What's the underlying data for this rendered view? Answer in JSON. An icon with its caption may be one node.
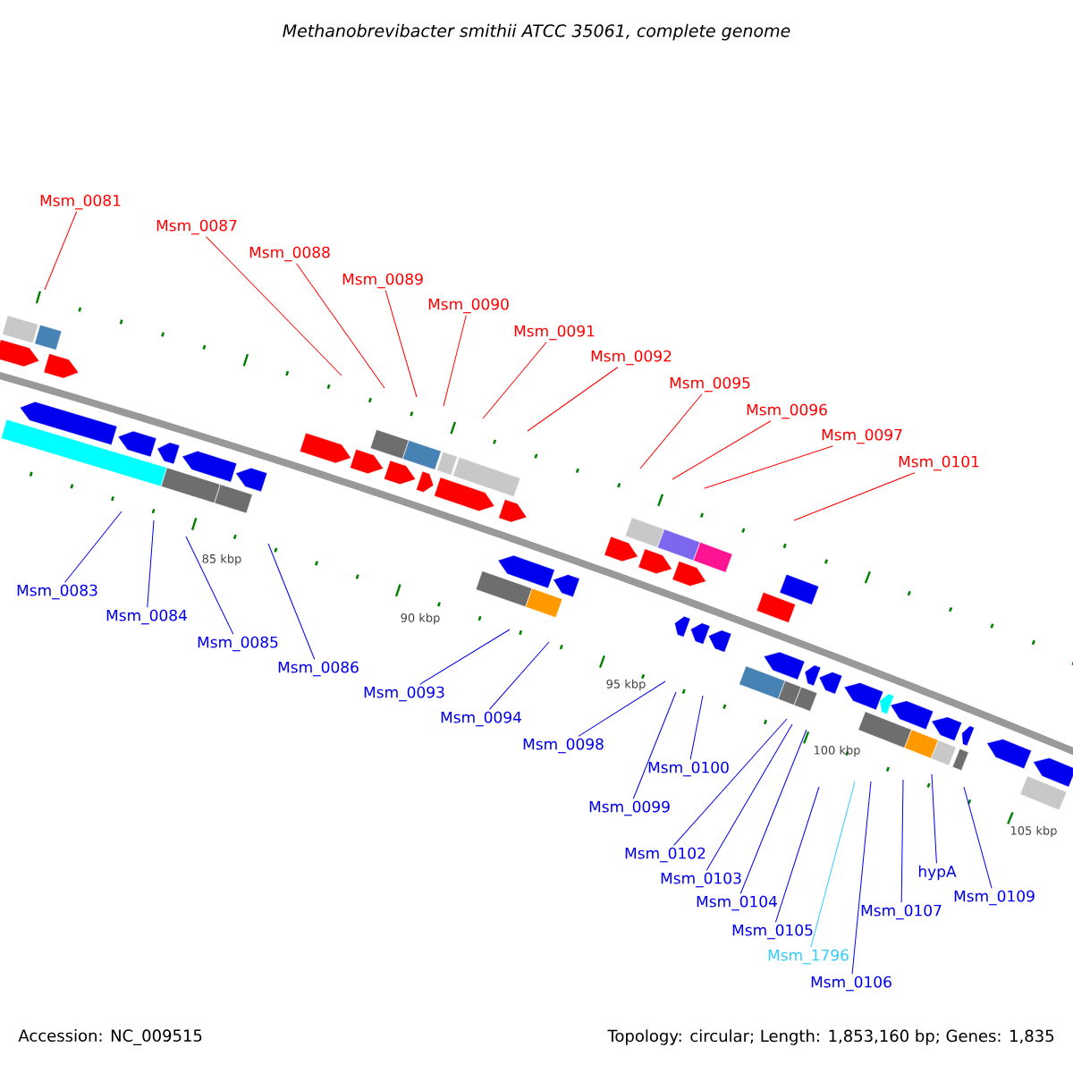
{
  "diagram": {
    "title": "Methanobrevibacter smithii ATCC 35061, complete genome",
    "nodes": [
      {
        "text": [
          "Msm_0081"
        ]
      },
      {
        "text": [
          "Msm_0087"
        ]
      },
      {
        "text": [
          "Msm_0088"
        ]
      },
      {
        "text": [
          "Msm_0089"
        ]
      },
      {
        "text": [
          "Msm_0090"
        ]
      },
      {
        "text": [
          "Msm_0091"
        ]
      },
      {
        "text": [
          "Msm_0092"
        ]
      },
      {
        "text": [
          "Msm_0095"
        ]
      },
      {
        "text": [
          "Msm_0096"
        ]
      },
      {
        "text": [
          "Msm_0097"
        ]
      },
      {
        "text": [
          "Msm_0101"
        ]
      },
      {
        "text": [
          "Msm_0083"
        ]
      },
      {
        "text": [
          "Msm_0084"
        ]
      },
      {
        "text": [
          "Msm_0085"
        ]
      },
      {
        "text": [
          "Msm_0086"
        ]
      },
      {
        "text": [
          "Msm_0093"
        ]
      },
      {
        "text": [
          "Msm_0094"
        ]
      },
      {
        "text": [
          "Msm_0098"
        ]
      },
      {
        "text": [
          "Msm_0100"
        ]
      },
      {
        "text": [
          "Msm_0099"
        ]
      },
      {
        "text": [
          "Msm_0102"
        ]
      },
      {
        "text": [
          "Msm_0103"
        ]
      },
      {
        "text": [
          "Msm_0104"
        ]
      },
      {
        "text": [
          "Msm_0105"
        ]
      },
      {
        "text": [
          "Msm_1796"
        ]
      },
      {
        "text": [
          "Msm_0106"
        ]
      },
      {
        "text": [
          "Msm_0107"
        ]
      },
      {
        "text": [
          "hypA"
        ]
      },
      {
        "text": [
          "Msm_0109"
        ]
      }
    ],
    "edges": [
      {
        "from": 0,
        "to": null,
        "arrow": "none",
        "color": "#ff0000"
      },
      {
        "from": 1,
        "to": null,
        "arrow": "none",
        "color": "#ff0000"
      },
      {
        "from": 2,
        "to": null,
        "arrow": "none",
        "color": "#ff0000"
      },
      {
        "from": 3,
        "to": null,
        "arrow": "none",
        "color": "#ff0000"
      },
      {
        "from": 4,
        "to": null,
        "arrow": "none",
        "color": "#ff0000"
      },
      {
        "from": 5,
        "to": null,
        "arrow": "none",
        "color": "#ff0000"
      },
      {
        "from": 6,
        "to": null,
        "arrow": "none",
        "color": "#ff0000"
      },
      {
        "from": 7,
        "to": null,
        "arrow": "none",
        "color": "#ff0000"
      },
      {
        "from": 8,
        "to": null,
        "arrow": "none",
        "color": "#ff0000"
      },
      {
        "from": 9,
        "to": null,
        "arrow": "none",
        "color": "#ff0000"
      },
      {
        "from": 10,
        "to": null,
        "arrow": "none",
        "color": "#ff0000"
      },
      {
        "from": 11,
        "to": null,
        "arrow": "none"
      },
      {
        "from": 12,
        "to": null,
        "arrow": "none"
      },
      {
        "from": 13,
        "to": null,
        "arrow": "none"
      },
      {
        "from": 14,
        "to": null,
        "arrow": "none"
      },
      {
        "from": 15,
        "to": null,
        "arrow": "none"
      },
      {
        "from": 16,
        "to": null,
        "arrow": "none"
      },
      {
        "from": 17,
        "to": null,
        "arrow": "none"
      },
      {
        "from": 18,
        "to": null,
        "arrow": "none"
      },
      {
        "from": 19,
        "to": null,
        "arrow": "none"
      },
      {
        "from": 20,
        "to": null,
        "arrow": "none"
      },
      {
        "from": 21,
        "to": null,
        "arrow": "none"
      },
      {
        "from": 22,
        "to": null,
        "arrow": "none"
      },
      {
        "from": 23,
        "to": null,
        "arrow": "none"
      },
      {
        "from": 24,
        "to": null,
        "arrow": "none",
        "color": "#33ccff"
      },
      {
        "from": 25,
        "to": null,
        "arrow": "none"
      },
      {
        "from": 26,
        "to": null,
        "arrow": "none"
      },
      {
        "from": 27,
        "to": null,
        "arrow": "none"
      },
      {
        "from": 28,
        "to": null,
        "arrow": "none"
      }
    ],
    "labels": [
      "85 kbp",
      "90 kbp",
      "95 kbp",
      "100 kbp",
      "105 kbp",
      "Accession: NC_009515",
      "Topology: circular; Length: 1,853,160 bp; Genes: 1,835"
    ]
  }
}
